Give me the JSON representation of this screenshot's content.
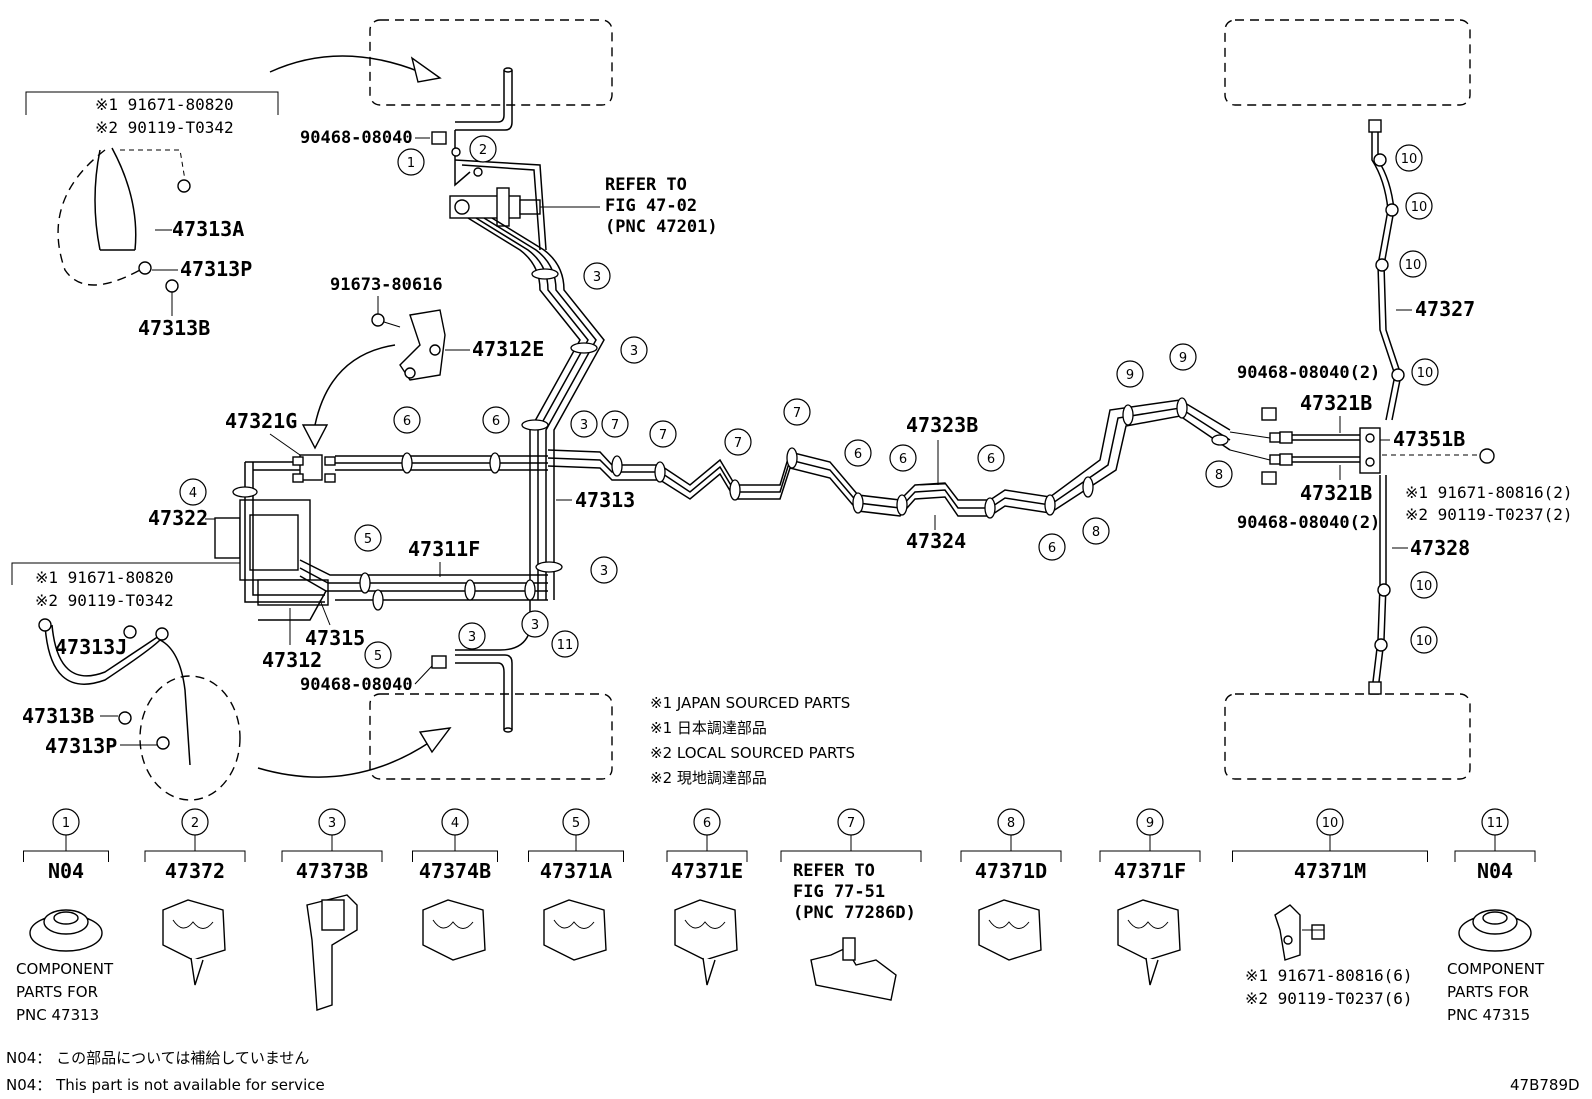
{
  "diagram_code": "47B789D",
  "legend": {
    "japan_en": "※1 JAPAN SOURCED PARTS",
    "japan_jp": "※1 日本調達部品",
    "local_en": "※2 LOCAL SOURCED PARTS",
    "local_jp": "※2 現地調達部品"
  },
  "footer": {
    "n04_jp": "N04： この部品については補給していません",
    "n04_en": "N04： This part is not available for service"
  },
  "refer_top": {
    "line1": "REFER TO",
    "line2": "FIG 47-02",
    "line3": "(PNC 47201)"
  },
  "part_numbers": {
    "p47313A": "47313A",
    "p47313P_top": "47313P",
    "p47313B_top": "47313B",
    "p91673": "91673-80616",
    "p47312E": "47312E",
    "p47321G": "47321G",
    "p47322": "47322",
    "p47313": "47313",
    "p47311F": "47311F",
    "p47315": "47315",
    "p47312": "47312",
    "p47313J": "47313J",
    "p47313B_bot": "47313B",
    "p47313P_bot": "47313P",
    "p90468_top": "90468-08040",
    "p90468_bot": "90468-08040",
    "p47323B": "47323B",
    "p47324": "47324",
    "p90468_r1": "90468-08040(2)",
    "p90468_r2": "90468-08040(2)",
    "p47321B_top": "47321B",
    "p47321B_bot": "47321B",
    "p47351B": "47351B",
    "p47327": "47327",
    "p47328": "47328"
  },
  "bolt_notes": {
    "top_left_1": "※1 91671-80820",
    "top_left_2": "※2 90119-T0342",
    "bot_left_1": "※1 91671-80820",
    "bot_left_2": "※2 90119-T0342",
    "right_1": "※1 91671-80816(2)",
    "right_2": "※2 90119-T0237(2)"
  },
  "clamps": [
    {
      "num": "1",
      "pn": "N04",
      "note1": "COMPONENT",
      "note2": "PARTS FOR",
      "note3": "PNC 47313"
    },
    {
      "num": "2",
      "pn": "47372"
    },
    {
      "num": "3",
      "pn": "47373B"
    },
    {
      "num": "4",
      "pn": "47374B"
    },
    {
      "num": "5",
      "pn": "47371A"
    },
    {
      "num": "6",
      "pn": "47371E"
    },
    {
      "num": "7",
      "pn": "",
      "refer1": "REFER TO",
      "refer2": "FIG 77-51",
      "refer3": "(PNC 77286D)"
    },
    {
      "num": "8",
      "pn": "47371D"
    },
    {
      "num": "9",
      "pn": "47371F"
    },
    {
      "num": "10",
      "pn": "47371M",
      "note1": "※1 91671-80816(6)",
      "note2": "※2 90119-T0237(6)"
    },
    {
      "num": "11",
      "pn": "N04",
      "note1": "COMPONENT",
      "note2": "PARTS FOR",
      "note3": "PNC 47315"
    }
  ],
  "callouts": [
    "1",
    "2",
    "3",
    "4",
    "5",
    "6",
    "7",
    "8",
    "9",
    "10",
    "11"
  ]
}
